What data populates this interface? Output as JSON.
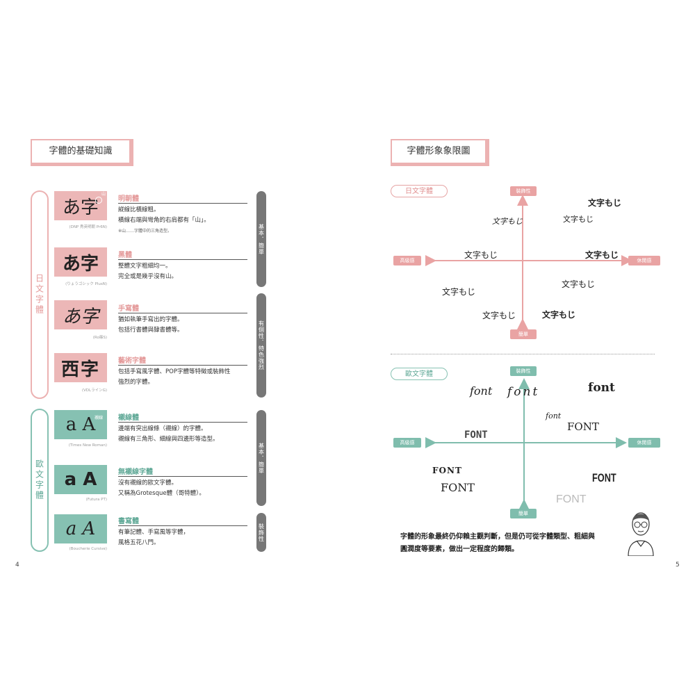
{
  "left_page": {
    "header": "字體的基礎知識",
    "page_number": "4",
    "japanese_group": {
      "label": "日文字體",
      "color": "#ecb7b7",
      "items": [
        {
          "sample": "あ字",
          "font_name": "(DNP 秀英明朝 Pr6N)",
          "title": "明朝體",
          "lines": [
            "縱線比橫線粗。",
            "橫線右端與彎角的右肩都有「山」。"
          ],
          "note": "※山……字體中的三角造型。",
          "callout": "山"
        },
        {
          "sample": "あ字",
          "font_name": "(りょうゴシック PlusN)",
          "title": "黑體",
          "lines": [
            "整體文字粗細均一。",
            "完全或是幾乎沒有山。"
          ]
        },
        {
          "sample": "あ字",
          "font_name": "(Ro篠S)",
          "title": "手寫體",
          "lines": [
            "猶如執筆手寫出的字體。",
            "包括行書體與隸書體等。"
          ]
        },
        {
          "sample": "西字",
          "font_name": "(VDLラインG)",
          "title": "藝術字體",
          "lines": [
            "包括手寫風字體、POP字體等特徵或裝飾性",
            "強烈的字體。"
          ]
        }
      ],
      "bars": [
        "基本．簡單",
        "有個性．特色強烈"
      ]
    },
    "western_group": {
      "label": "歐文字體",
      "color": "#86c1b2",
      "items": [
        {
          "sample": "a A",
          "font_name": "(Times New Roman)",
          "title": "襯線體",
          "lines": [
            "邊端有突出線條（襯線）的字體。",
            "襯線有三角形、細線與四邊形等造型。"
          ],
          "callout": "襯線"
        },
        {
          "sample": "a A",
          "font_name": "(Futura PT)",
          "title": "無襯線字體",
          "lines": [
            "沒有襯線的歐文字體。",
            "又稱為Grotesque體（哥特體）。"
          ]
        },
        {
          "sample": "a A",
          "font_name": "(Boucherie Cursive)",
          "title": "書寫體",
          "lines": [
            "有筆記體、手寫風等字體，",
            "風格五花八門。"
          ]
        }
      ],
      "bars": [
        "基本．簡單",
        "裝飾性"
      ]
    }
  },
  "right_page": {
    "header": "字體形象象限圖",
    "page_number": "5",
    "jp_chart": {
      "tag": "日文字體",
      "axis_top": "裝飾性",
      "axis_bottom": "簡單",
      "axis_left": "高級感",
      "axis_right": "休閒感",
      "words": [
        "文字もじ",
        "文字もじ",
        "文字もじ",
        "文字もじ",
        "文字もじ",
        "文字もじ",
        "文字もじ",
        "文字もじ",
        "文字もじ"
      ]
    },
    "en_chart": {
      "tag": "歐文字體",
      "axis_top": "裝飾性",
      "axis_bottom": "簡單",
      "axis_left": "高級感",
      "axis_right": "休閒感",
      "words": [
        "font",
        "font",
        "font",
        "font",
        "FONT",
        "FONT",
        "FONT",
        "FONT",
        "FONT",
        "FONT"
      ]
    },
    "caption_lines": [
      "字體的形象最終仍仰賴主觀判斷，但是仍可從字體類型、粗細與",
      "圓潤度等要素，做出一定程度的歸類。"
    ],
    "colors": {
      "pink": "#e9a3a3",
      "teal": "#7fbdad"
    }
  }
}
